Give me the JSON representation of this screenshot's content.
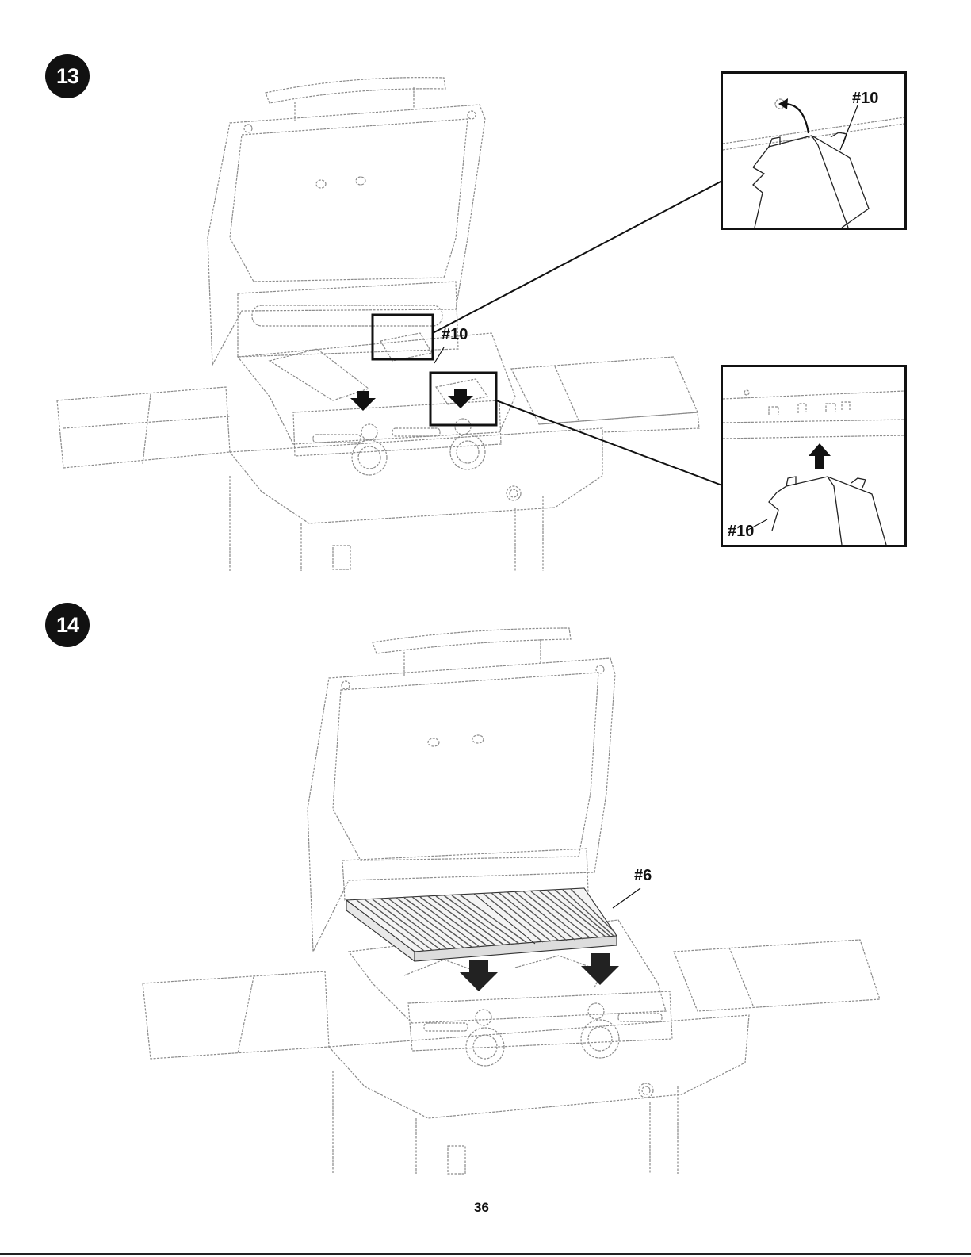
{
  "steps": [
    {
      "number": "13",
      "labels": {
        "main": "#10",
        "inset_top": "#10",
        "inset_bottom": "#10"
      }
    },
    {
      "number": "14",
      "labels": {
        "main": "#6"
      }
    }
  ],
  "page_number": "36",
  "colors": {
    "ink": "#111111",
    "line": "#8a8a8a",
    "paper": "#ffffff"
  }
}
